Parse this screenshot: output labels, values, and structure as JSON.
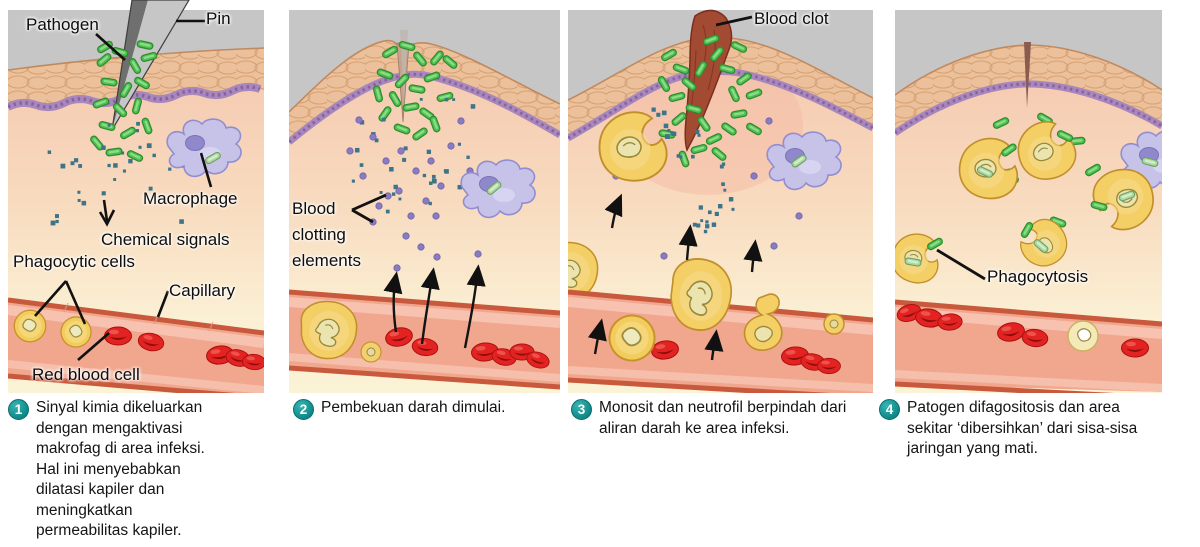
{
  "figure": {
    "panels": [
      {
        "number": "1",
        "labels": {
          "pathogen": "Pathogen",
          "pin": "Pin",
          "macrophage": "Macrophage",
          "chemical_signals": "Chemical signals",
          "phagocytic_cells": "Phagocytic cells",
          "capillary": "Capillary",
          "red_blood_cell": "Red blood cell"
        },
        "caption": "Sinyal kimia dikeluarkan dengan mengaktivasi makrofag di area infeksi. Hal ini menyebabkan dilatasi kapiler dan meningkatkan permeabilitas kapiler."
      },
      {
        "number": "2",
        "labels": {
          "blood_clotting_elements": "Blood clotting elements"
        },
        "caption": "Pembekuan darah dimulai."
      },
      {
        "number": "3",
        "labels": {
          "blood_clot": "Blood clot"
        },
        "caption": "Monosit dan neutrofil berpindah dari aliran darah ke area infeksi."
      },
      {
        "number": "4",
        "labels": {
          "phagocytosis": "Phagocytosis"
        },
        "caption": "Patogen difagositosis dan area sekitar ‘dibersihkan’ dari sisa-sisa jaringan yang mati."
      }
    ],
    "palette": {
      "step_badge_teal": "#128585",
      "bacteria_green": "#4fbf4f",
      "macrophage_purple": "#c7c3e8",
      "phagocyte_yellow": "#f3cf66",
      "red_blood_cell": "#e32322",
      "blood_clot": "#a34a33",
      "capillary_fill": "#f1a68e",
      "capillary_wall": "#c8593d",
      "epidermis_tan": "#ecc09a",
      "membrane_purple": "#a888bc",
      "signal_dot_blue": "#3d7488",
      "clotting_dot_purple": "#8a7cc2",
      "outside_gray": "#c6c6c6"
    }
  }
}
